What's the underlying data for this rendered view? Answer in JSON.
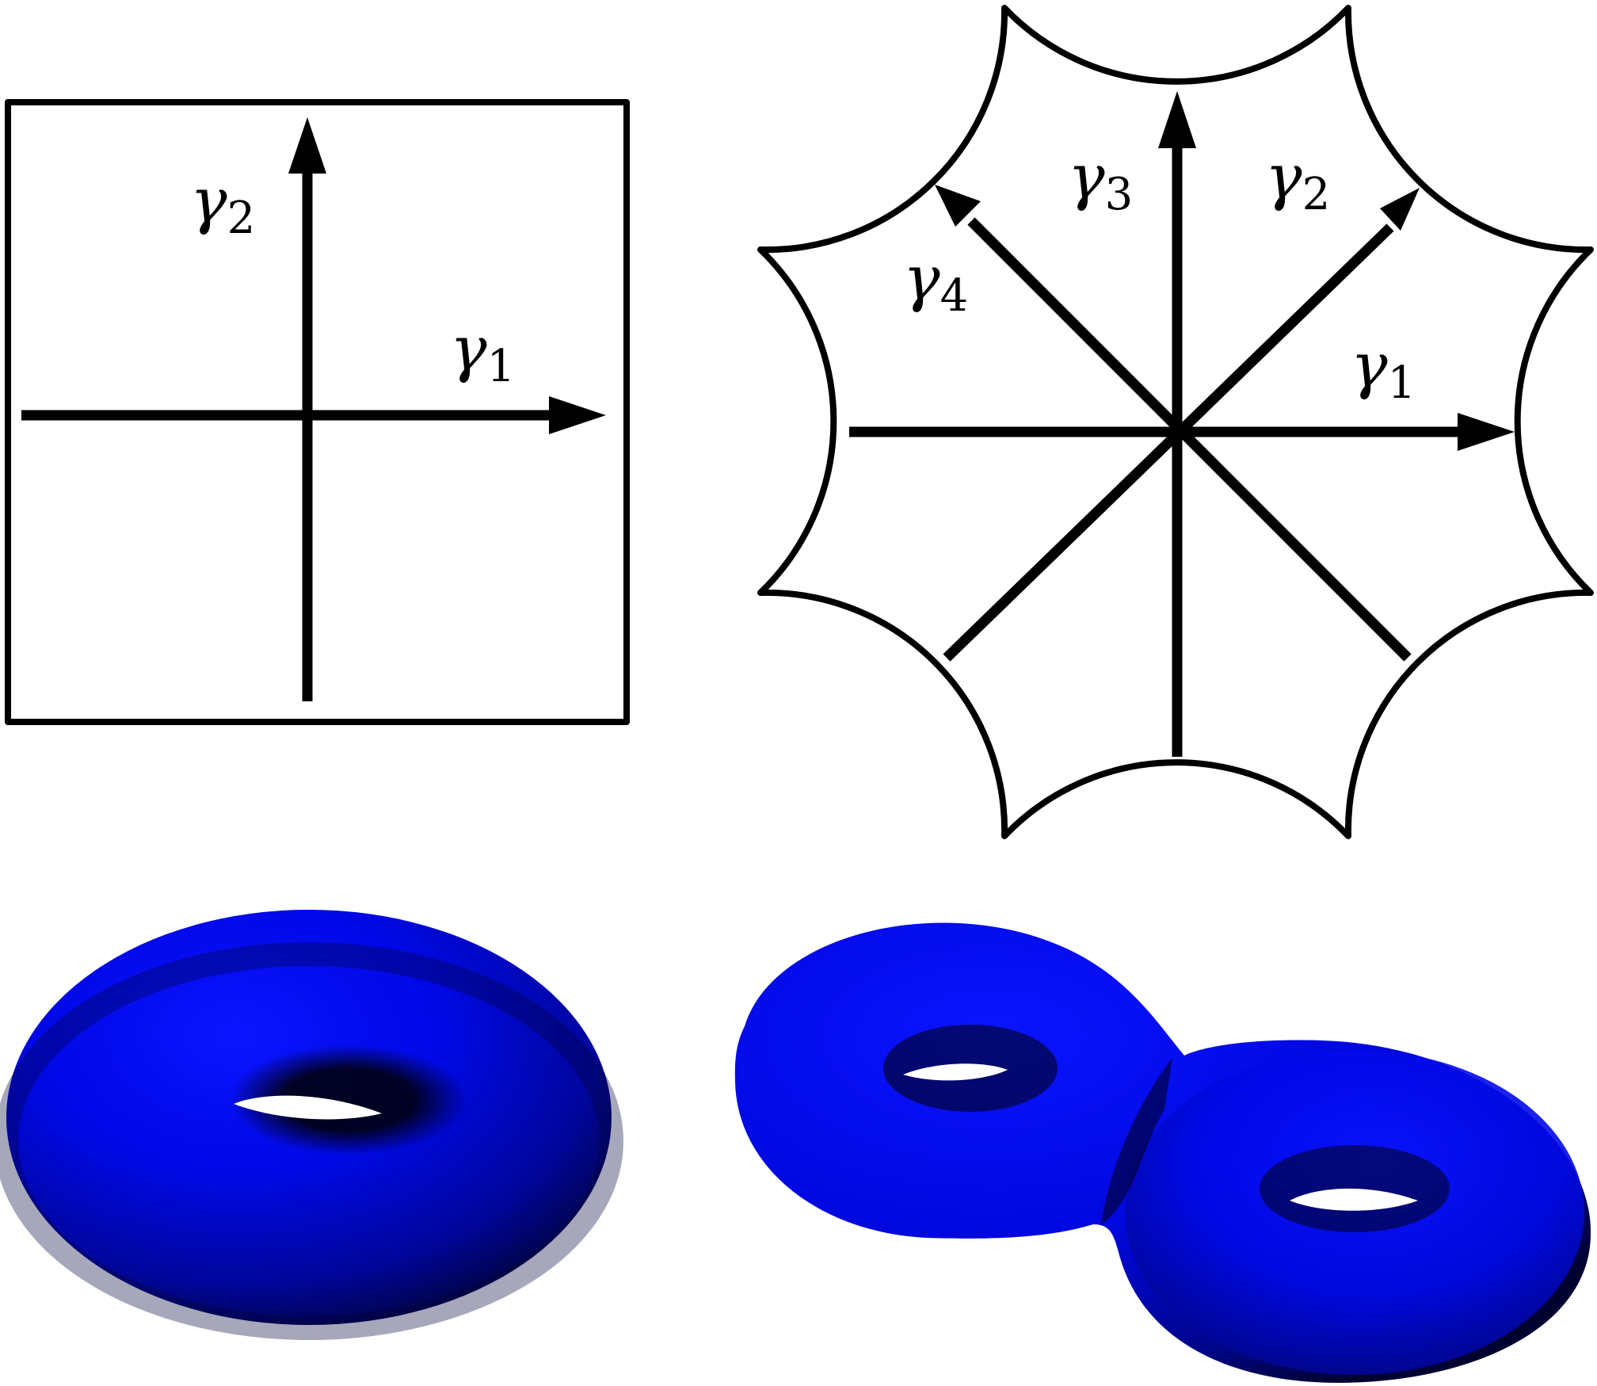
{
  "colors": {
    "stroke": "#000000",
    "surface": "#0000ff",
    "surface_shadow": "#000008",
    "background": "#ffffff"
  },
  "square_panel": {
    "labels": [
      {
        "symbol": "γ",
        "index": "2"
      },
      {
        "symbol": "γ",
        "index": "1"
      }
    ]
  },
  "octagon_panel": {
    "labels": [
      {
        "symbol": "γ",
        "index": "3"
      },
      {
        "symbol": "γ",
        "index": "2"
      },
      {
        "symbol": "γ",
        "index": "4"
      },
      {
        "symbol": "γ",
        "index": "1"
      }
    ]
  }
}
